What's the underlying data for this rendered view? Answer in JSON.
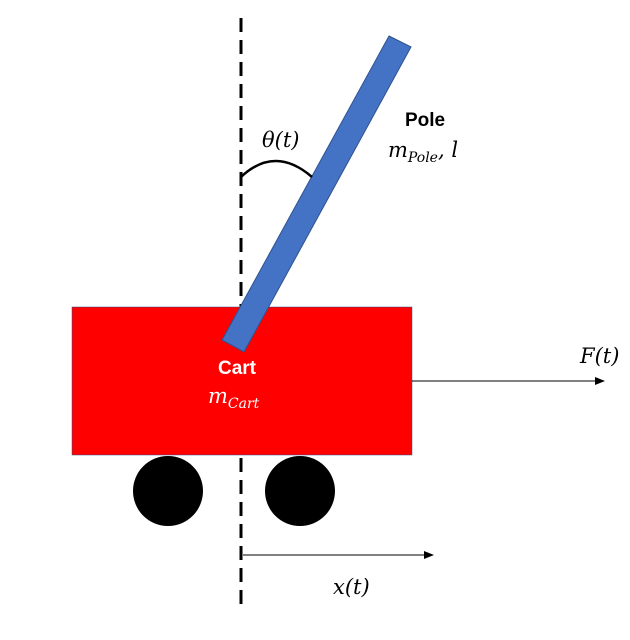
{
  "diagram": {
    "pole": {
      "label": "Pole",
      "mass_symbol": "m",
      "mass_subscript": "Pole",
      "length_suffix": ", l",
      "color": "#4472C4"
    },
    "cart": {
      "label": "Cart",
      "mass_symbol": "m",
      "mass_subscript": "Cart",
      "color": "#FF0000"
    },
    "angle": {
      "label": "θ(t)"
    },
    "force": {
      "label": "F(t)"
    },
    "position": {
      "label": "x(t)"
    },
    "wheel_color": "#000000"
  }
}
